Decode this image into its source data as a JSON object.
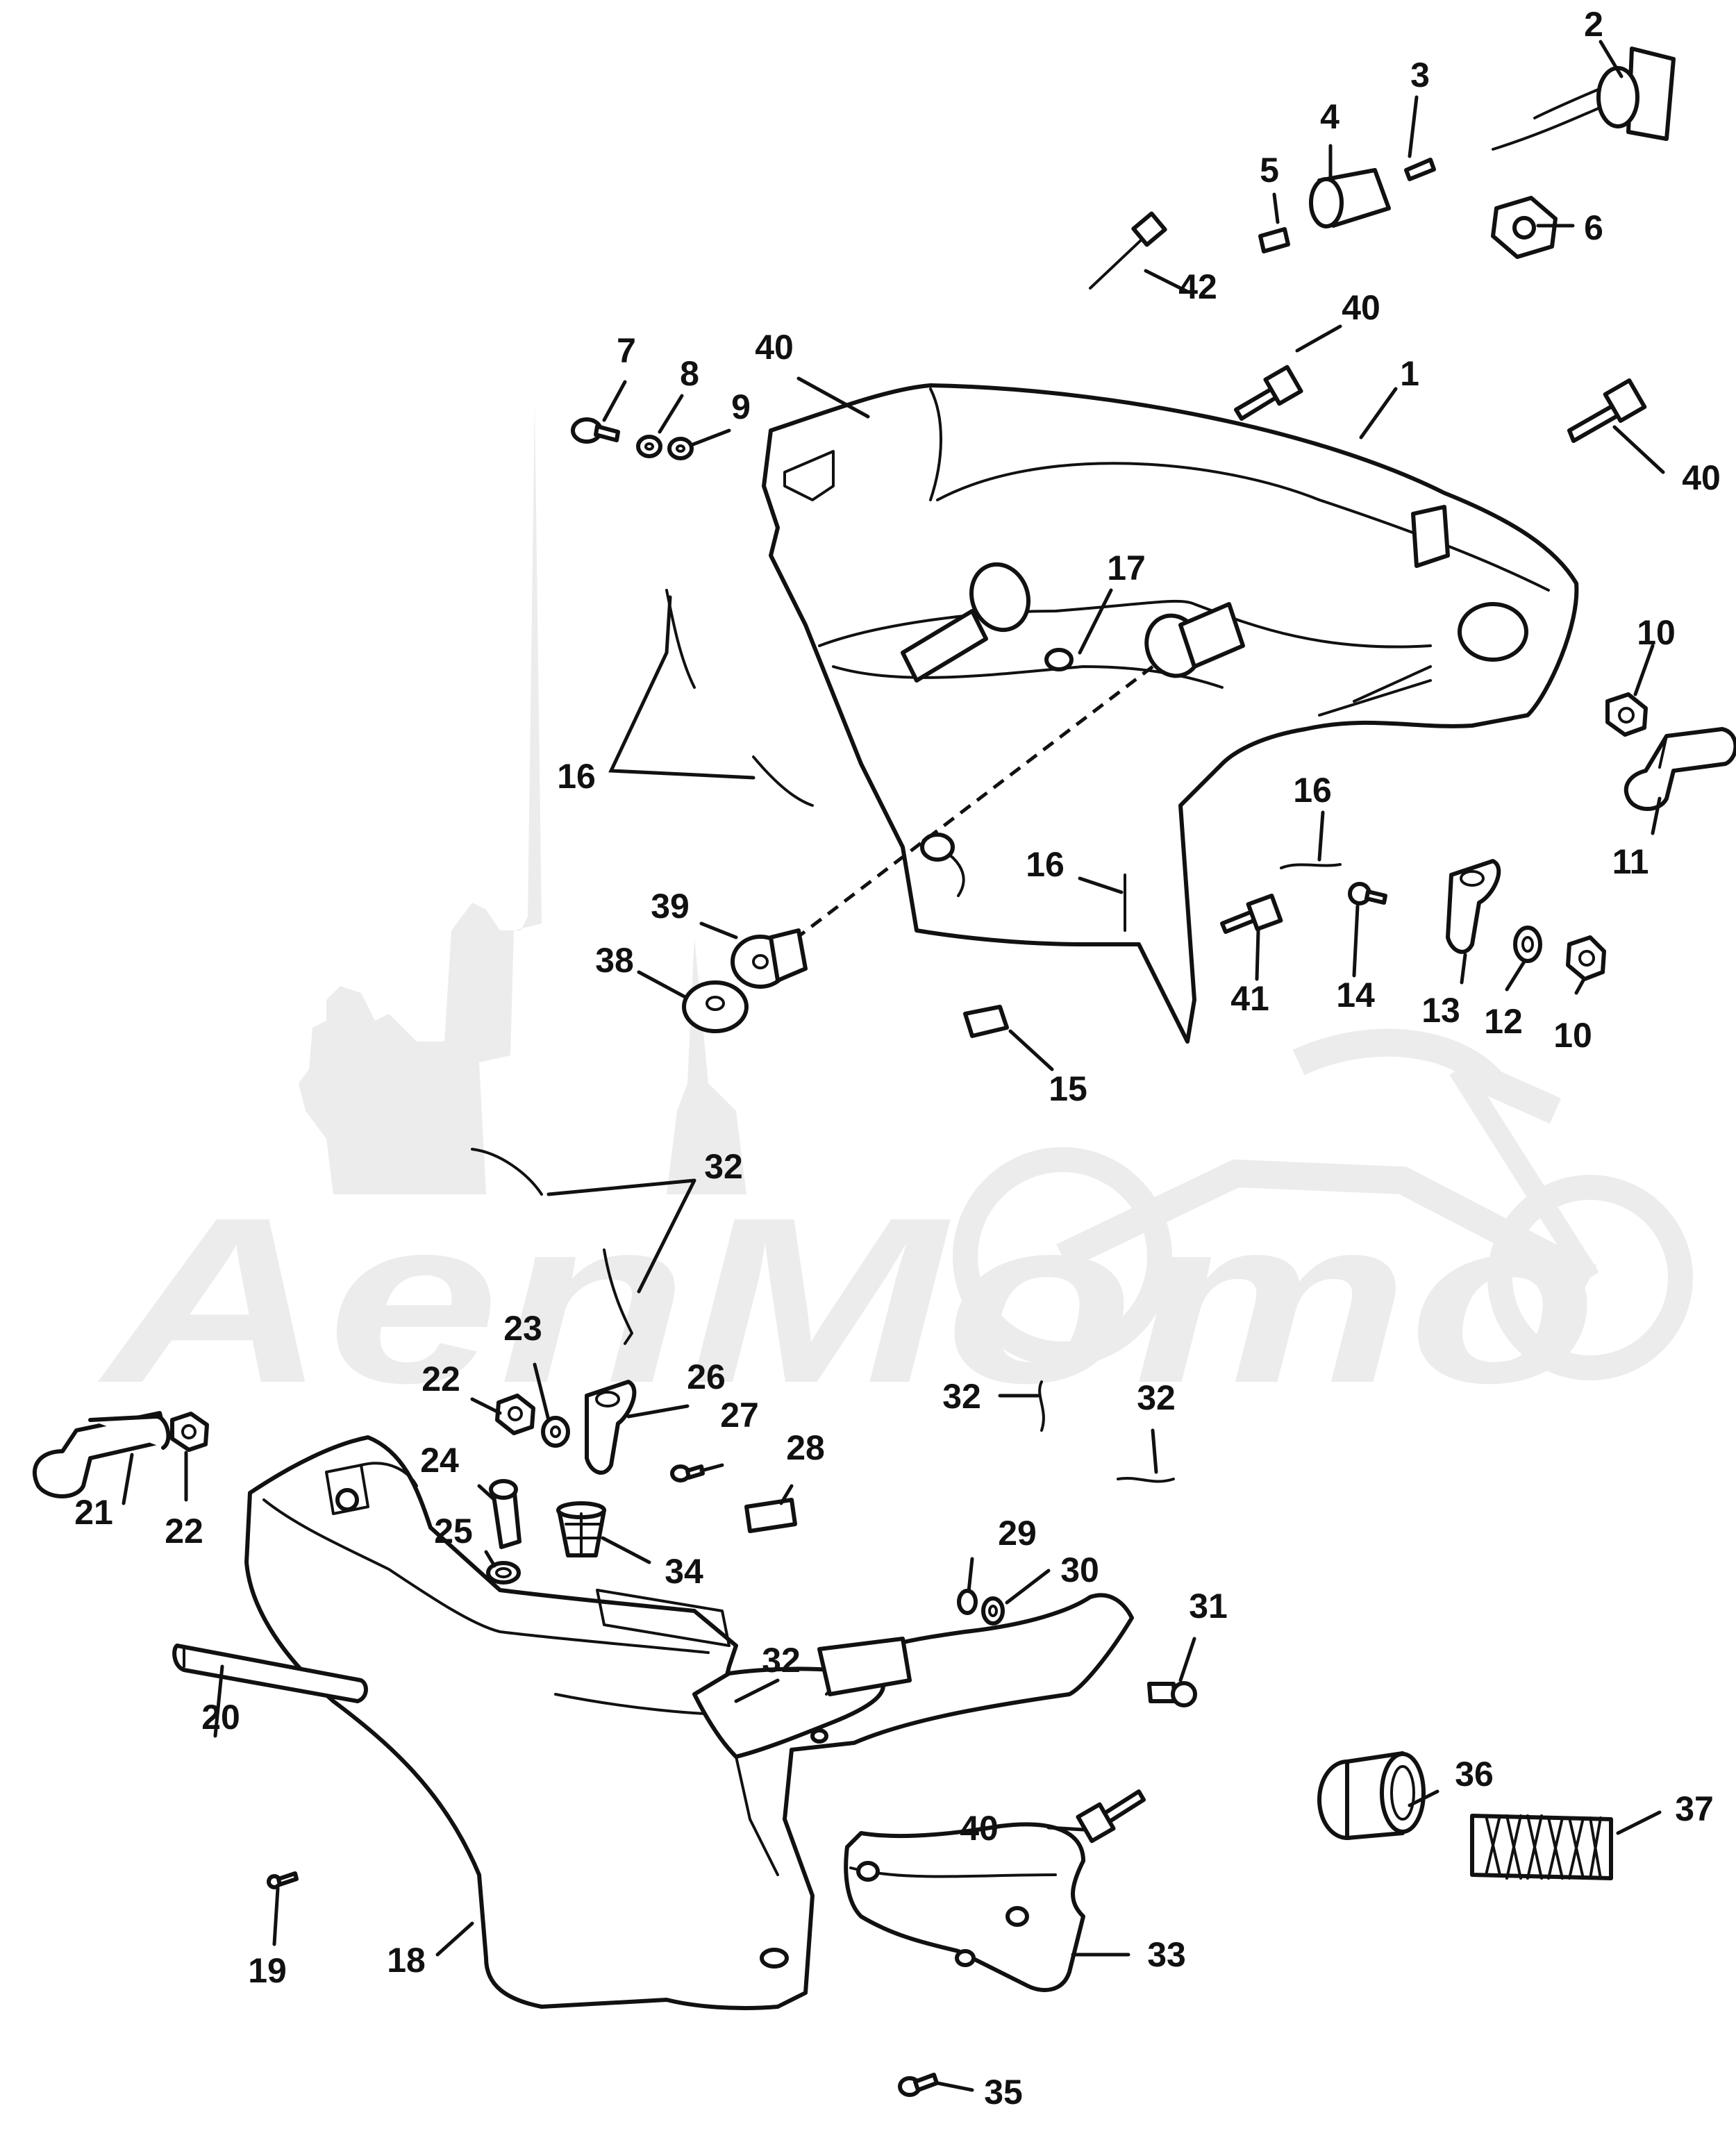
{
  "watermark": {
    "text": "AenMomo"
  },
  "callouts": {
    "c1": "1",
    "c2": "2",
    "c3": "3",
    "c4": "4",
    "c5": "5",
    "c6": "6",
    "c7": "7",
    "c8": "8",
    "c9": "9",
    "c10a": "10",
    "c10b": "10",
    "c11": "11",
    "c12": "12",
    "c13": "13",
    "c14": "14",
    "c15": "15",
    "c16a": "16",
    "c16b": "16",
    "c16c": "16",
    "c17": "17",
    "c18": "18",
    "c19": "19",
    "c20": "20",
    "c21": "21",
    "c22a": "22",
    "c22b": "22",
    "c23": "23",
    "c24": "24",
    "c25": "25",
    "c26": "26",
    "c27": "27",
    "c28": "28",
    "c29": "29",
    "c30": "30",
    "c31": "31",
    "c32a": "32",
    "c32b": "32",
    "c32c": "32",
    "c32d": "32",
    "c33": "33",
    "c34": "34",
    "c35": "35",
    "c36": "36",
    "c37": "37",
    "c38": "38",
    "c39": "39",
    "c40a": "40",
    "c40b": "40",
    "c40c": "40",
    "c40d": "40",
    "c41": "41",
    "c42": "42"
  }
}
